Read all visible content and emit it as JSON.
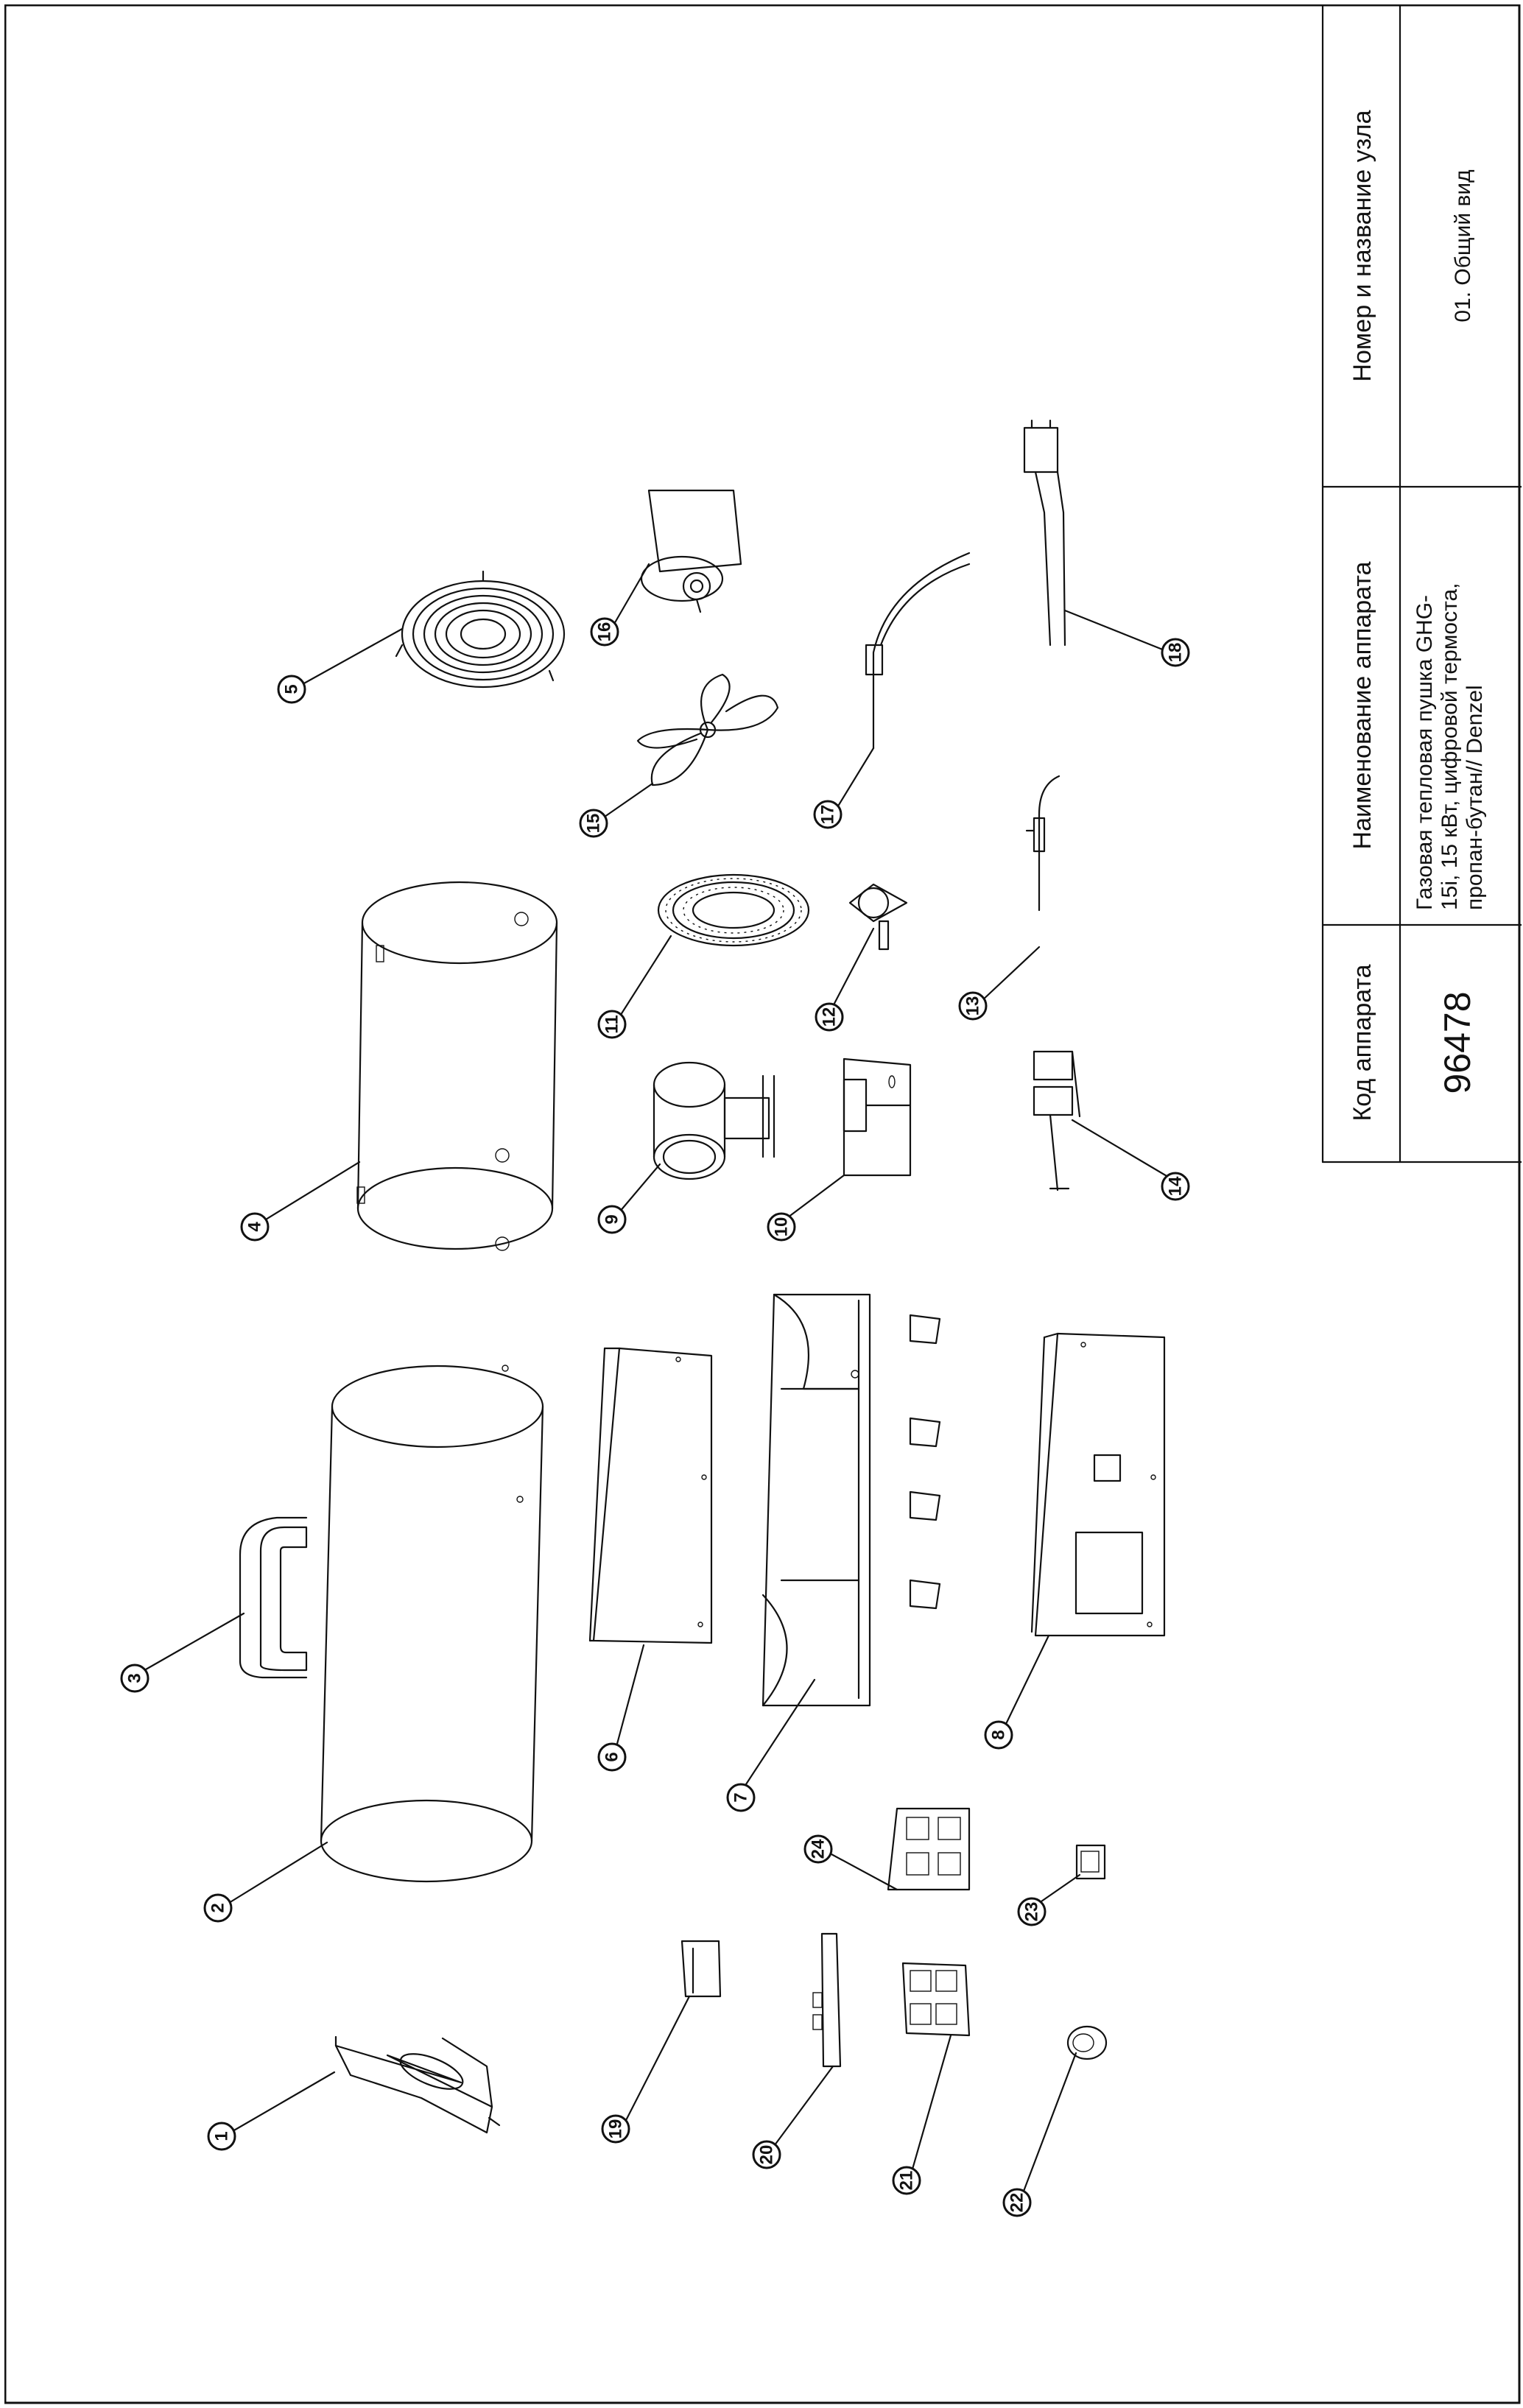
{
  "title_block": {
    "code_header": "Код аппарата",
    "code_value": "96478",
    "name_header": "Наименование аппарата",
    "name_lines": [
      "Газовая тепловая пушка GHG-",
      "15i, 15 кВт, цифровой термоста,",
      "пропан-бутан// Denzel"
    ],
    "unit_header": "Номер и название узла",
    "unit_value": "01. Общий вид"
  },
  "callouts": [
    {
      "id": "1",
      "label": "1"
    },
    {
      "id": "2",
      "label": "2"
    },
    {
      "id": "3",
      "label": "3"
    },
    {
      "id": "4",
      "label": "4"
    },
    {
      "id": "5",
      "label": "5"
    },
    {
      "id": "6",
      "label": "6"
    },
    {
      "id": "7",
      "label": "7"
    },
    {
      "id": "8",
      "label": "8"
    },
    {
      "id": "9",
      "label": "9"
    },
    {
      "id": "10",
      "label": "10"
    },
    {
      "id": "11",
      "label": "11"
    },
    {
      "id": "12",
      "label": "12"
    },
    {
      "id": "13",
      "label": "13"
    },
    {
      "id": "14",
      "label": "14"
    },
    {
      "id": "15",
      "label": "15"
    },
    {
      "id": "16",
      "label": "16"
    },
    {
      "id": "17",
      "label": "17"
    },
    {
      "id": "18",
      "label": "18"
    },
    {
      "id": "19",
      "label": "19"
    },
    {
      "id": "20",
      "label": "20"
    },
    {
      "id": "21",
      "label": "21"
    },
    {
      "id": "22",
      "label": "22"
    },
    {
      "id": "23",
      "label": "23"
    },
    {
      "id": "24",
      "label": "24"
    }
  ]
}
